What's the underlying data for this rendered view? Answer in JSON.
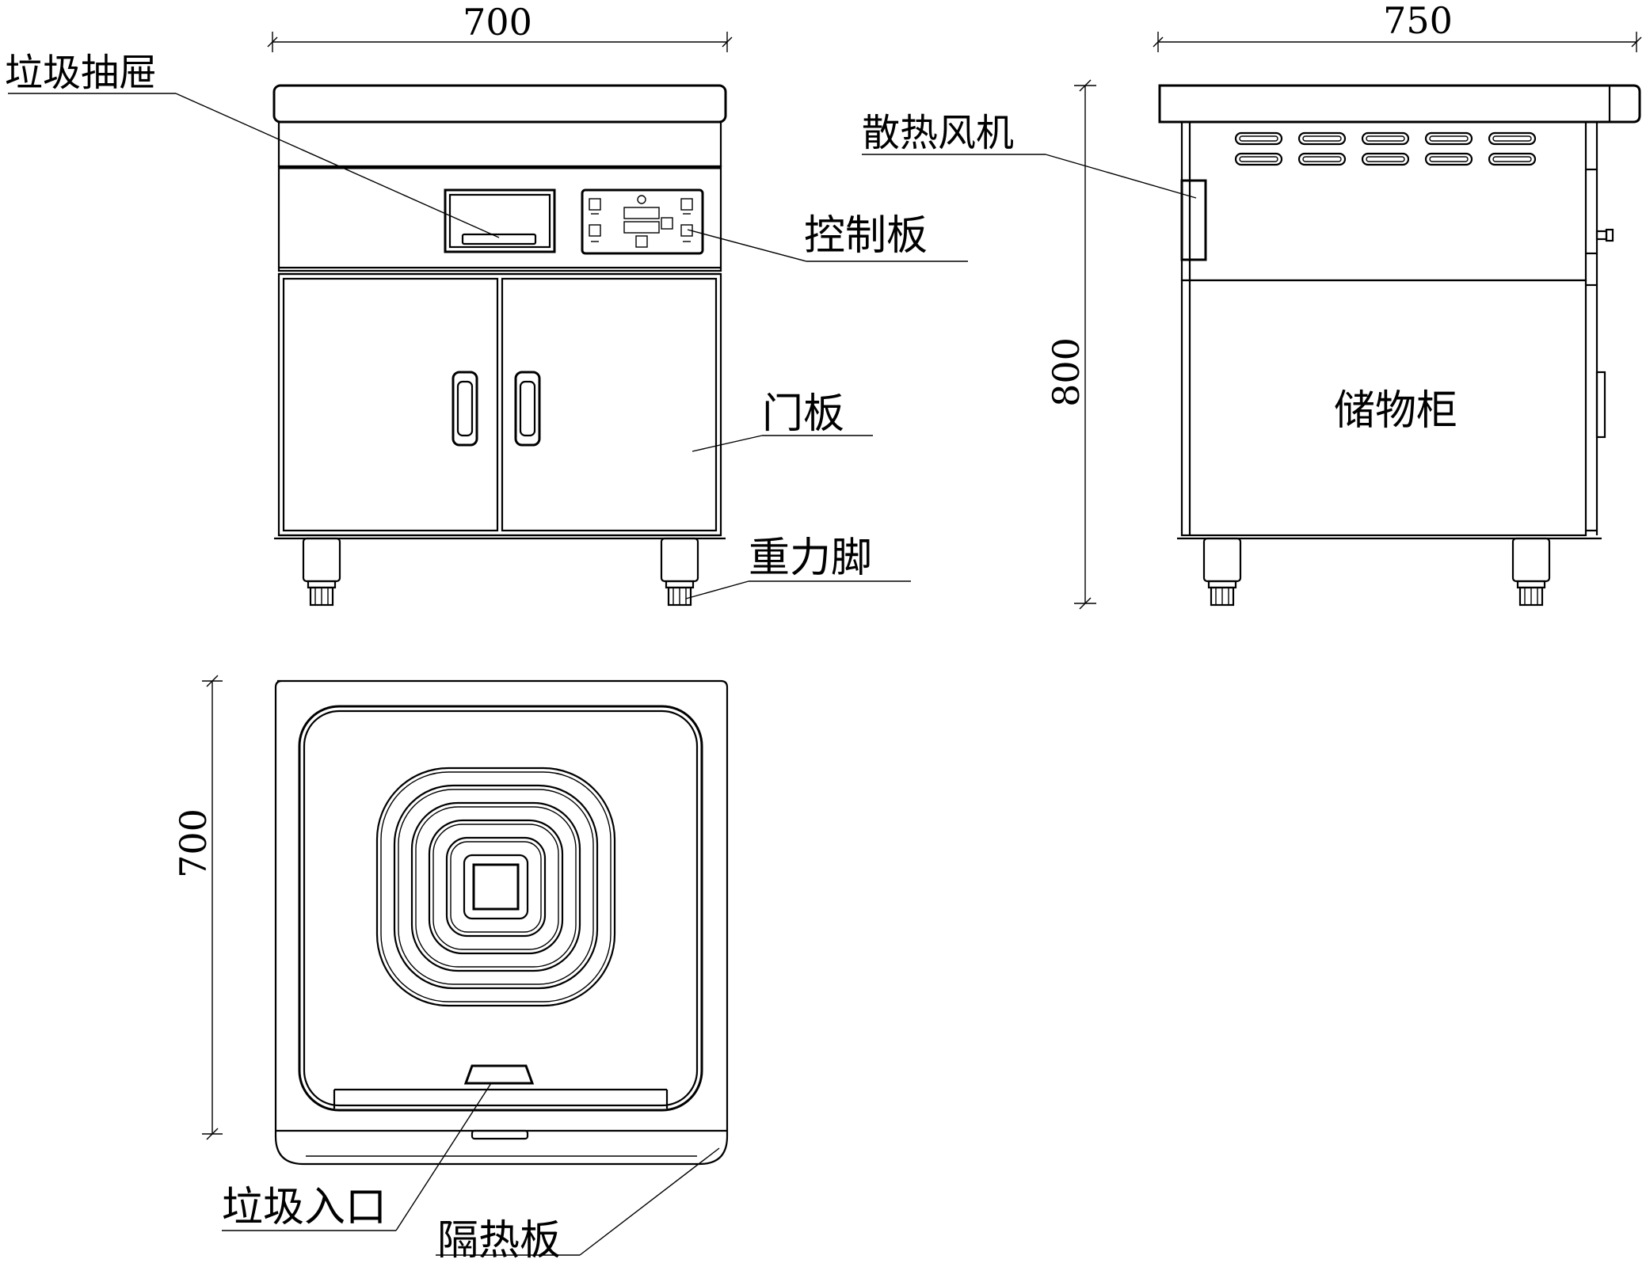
{
  "dimensions": {
    "front_width": "700",
    "side_width": "750",
    "side_height": "800",
    "top_depth": "700"
  },
  "labels": {
    "trash_drawer": "垃圾抽屉",
    "control_panel": "控制板",
    "door_panel": "门板",
    "gravity_feet": "重力脚",
    "cooling_fan": "散热风机",
    "storage_cabinet": "储物柜",
    "trash_inlet": "垃圾入口",
    "heat_shield": "隔热板"
  }
}
